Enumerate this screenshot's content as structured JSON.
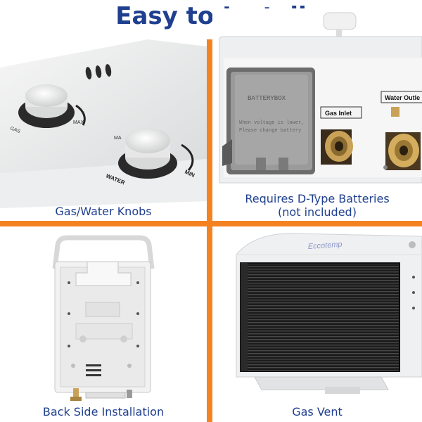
{
  "header": {
    "title": "Easy to Install"
  },
  "panels": {
    "knobs": {
      "caption": "Gas/Water Knobs",
      "labels": {
        "gas": "GAS",
        "max": "MAX",
        "water": "WATER",
        "min": "MIN",
        "ma": "MA"
      }
    },
    "battery": {
      "caption_line1": "Requires D-Type Batteries",
      "caption_line2": "(not included)",
      "labels": {
        "box": "BATTERYBOX",
        "warn1": "When voltage is lower,",
        "warn2": "Please change battery",
        "gas_inlet": "Gas Inlet",
        "water_outlet": "Water Outle"
      }
    },
    "back": {
      "caption": "Back Side Installation"
    },
    "vent": {
      "caption": "Gas Vent",
      "brand": "Eccotemp"
    }
  },
  "colors": {
    "title": "#1f3f8f",
    "divider": "#f58220"
  }
}
